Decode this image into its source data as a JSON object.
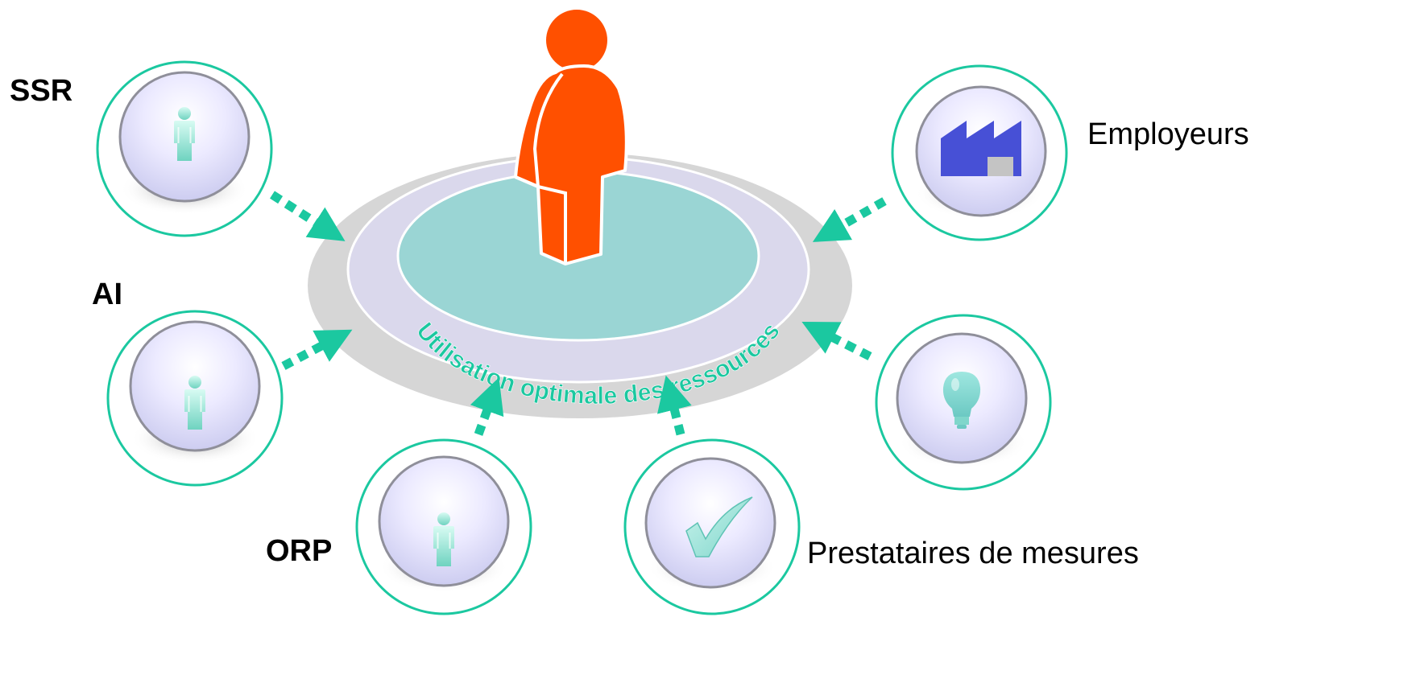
{
  "diagram": {
    "center_caption": "Utilisation optimale des ressources",
    "colors": {
      "accent_teal": "#1BC8A0",
      "person_orange": "#FF5000",
      "platform_teal": "#9AD5D4",
      "ring_lavender": "#DAD8EC",
      "outer_gray": "#D6D6D6",
      "icon_sphere": "#E6E6FF",
      "factory_blue": "#4750D6"
    },
    "nodes": [
      {
        "id": "ssr",
        "label": "SSR",
        "icon": "person-icon"
      },
      {
        "id": "ai",
        "label": "AI",
        "icon": "person-icon"
      },
      {
        "id": "orp",
        "label": "ORP",
        "icon": "person-icon"
      },
      {
        "id": "prestataires",
        "label": "Prestataires de mesures",
        "icon": "checkmark-icon"
      },
      {
        "id": "lightbulb",
        "label": "",
        "icon": "lightbulb-icon"
      },
      {
        "id": "employeurs",
        "label": "Employeurs",
        "icon": "factory-icon"
      }
    ]
  }
}
